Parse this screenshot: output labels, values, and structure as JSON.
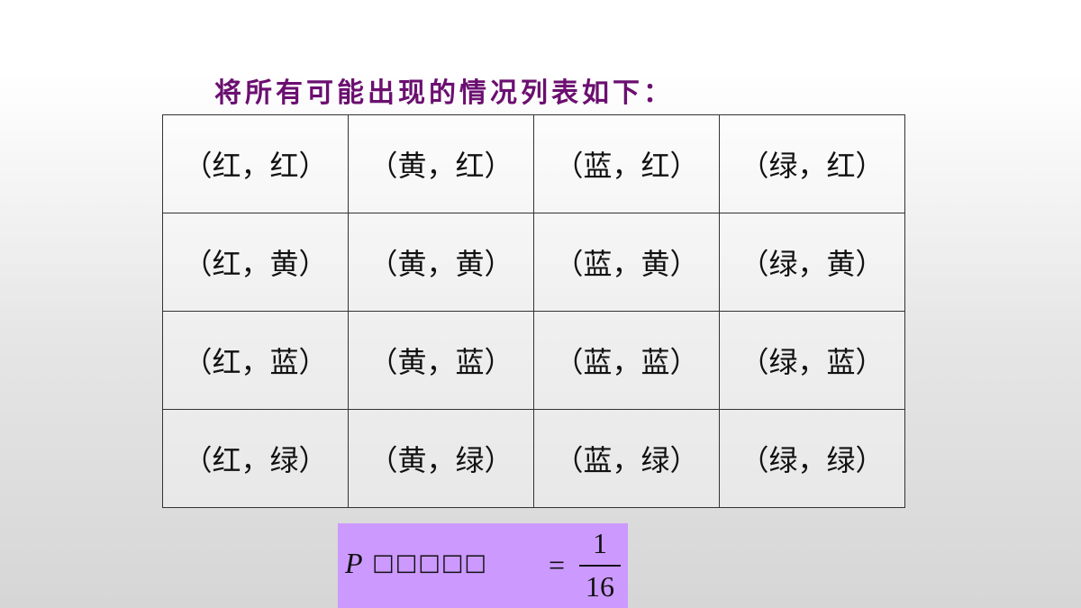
{
  "title": "将所有可能出现的情况列表如下：",
  "table": {
    "rows": [
      [
        "（红，红）",
        "（黄，红）",
        "（蓝，红）",
        "（绿，红）"
      ],
      [
        "（红，黄）",
        "（黄，黄）",
        "（蓝，黄）",
        "（绿，黄）"
      ],
      [
        "（红，蓝）",
        "（黄，蓝）",
        "（蓝，蓝）",
        "（绿，蓝）"
      ],
      [
        "（红，绿）",
        "（黄，绿）",
        "（蓝，绿）",
        "（绿，绿）"
      ]
    ]
  },
  "probability": {
    "variable": "P",
    "event_label": "□□□□□",
    "equals": "=",
    "numerator": "1",
    "denominator": "16",
    "box_color": "#cc99ff"
  },
  "colors": {
    "title": "#6b0f70",
    "text": "#111111",
    "border": "#333333"
  }
}
